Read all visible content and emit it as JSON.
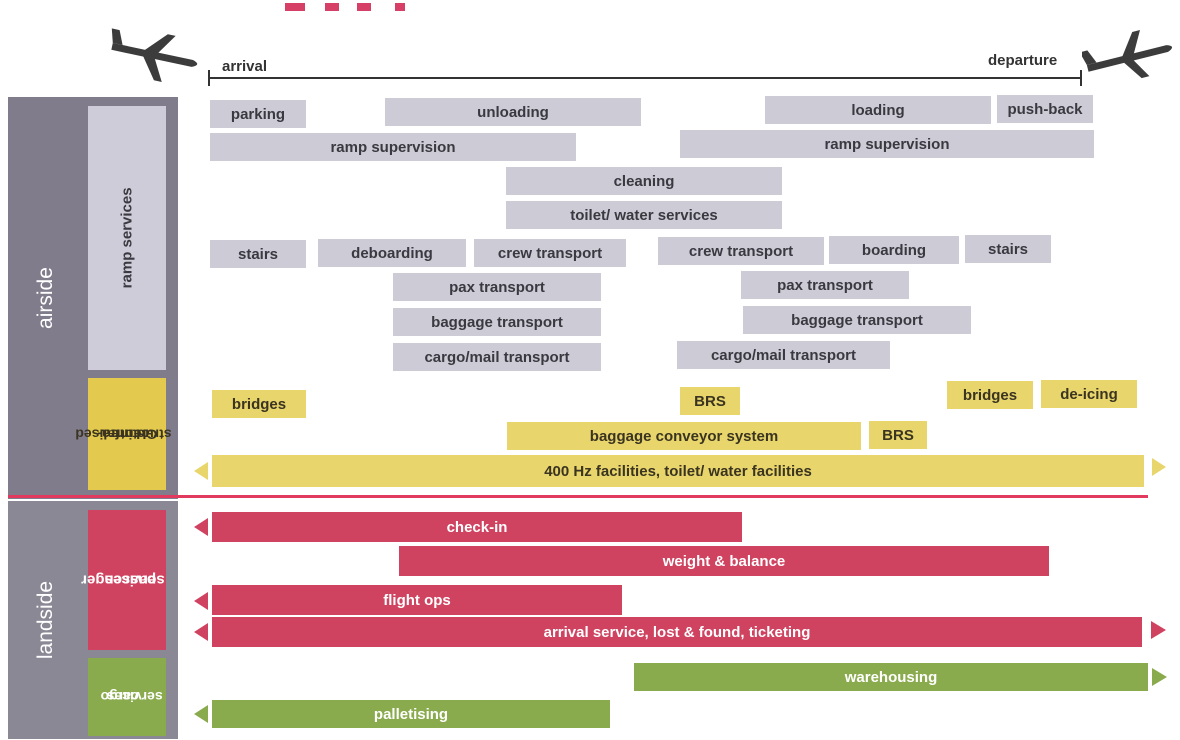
{
  "colors": {
    "airside_band": "#807c8c",
    "ramp_label_bg": "#cfccd9",
    "infra_label_bg": "#e3c94e",
    "landside_band": "#8b8896",
    "pax_label_bg": "#cf4360",
    "cargo_label_bg": "#8aab4d",
    "ramp_bar": "#cdcbd6",
    "infra_bar": "#e8d56c",
    "pax_bar": "#cf4360",
    "cargo_bar": "#8aab4d",
    "divider": "#e23a5e"
  },
  "icons": {
    "arrival_plane": "airplane-landing-icon",
    "departure_plane": "airplane-takeoff-icon"
  },
  "timeline": {
    "start_label": "arrival",
    "end_label": "departure"
  },
  "zones": {
    "airside": "airside",
    "landside": "landside"
  },
  "categories": {
    "ramp": "ramp services",
    "infra_line1": "centralised",
    "infra_line2": "GH infra-",
    "infra_line3": "structure",
    "pax_line1": "passenger",
    "pax_line2": "services",
    "cargo_line1": "cargo",
    "cargo_line2": "services"
  },
  "ramp": {
    "parking": "parking",
    "unloading": "unloading",
    "loading": "loading",
    "push_back": "push-back",
    "ramp_supervision_1": "ramp supervision",
    "ramp_supervision_2": "ramp supervision",
    "cleaning": "cleaning",
    "toilet_water": "toilet/ water services",
    "stairs_1": "stairs",
    "deboarding": "deboarding",
    "crew_transport_1": "crew  transport",
    "crew_transport_2": "crew  transport",
    "boarding": "boarding",
    "stairs_2": "stairs",
    "pax_transport_1": "pax transport",
    "pax_transport_2": "pax transport",
    "baggage_transport_1": "baggage transport",
    "baggage_transport_2": "baggage transport",
    "cargo_mail_1": "cargo/mail transport",
    "cargo_mail_2": "cargo/mail transport"
  },
  "infra": {
    "bridges_1": "bridges",
    "brs_1": "BRS",
    "bridges_2": "bridges",
    "de_icing": "de-icing",
    "baggage_conveyor": "baggage conveyor system",
    "brs_2": "BRS",
    "facilities_400hz": "400 Hz facilities, toilet/ water facilities"
  },
  "pax": {
    "check_in": "check-in",
    "weight_balance": "weight & balance",
    "flight_ops": "flight ops",
    "arrival_service": "arrival service, lost & found, ticketing"
  },
  "cargo": {
    "warehousing": "warehousing",
    "palletising": "palletising"
  }
}
